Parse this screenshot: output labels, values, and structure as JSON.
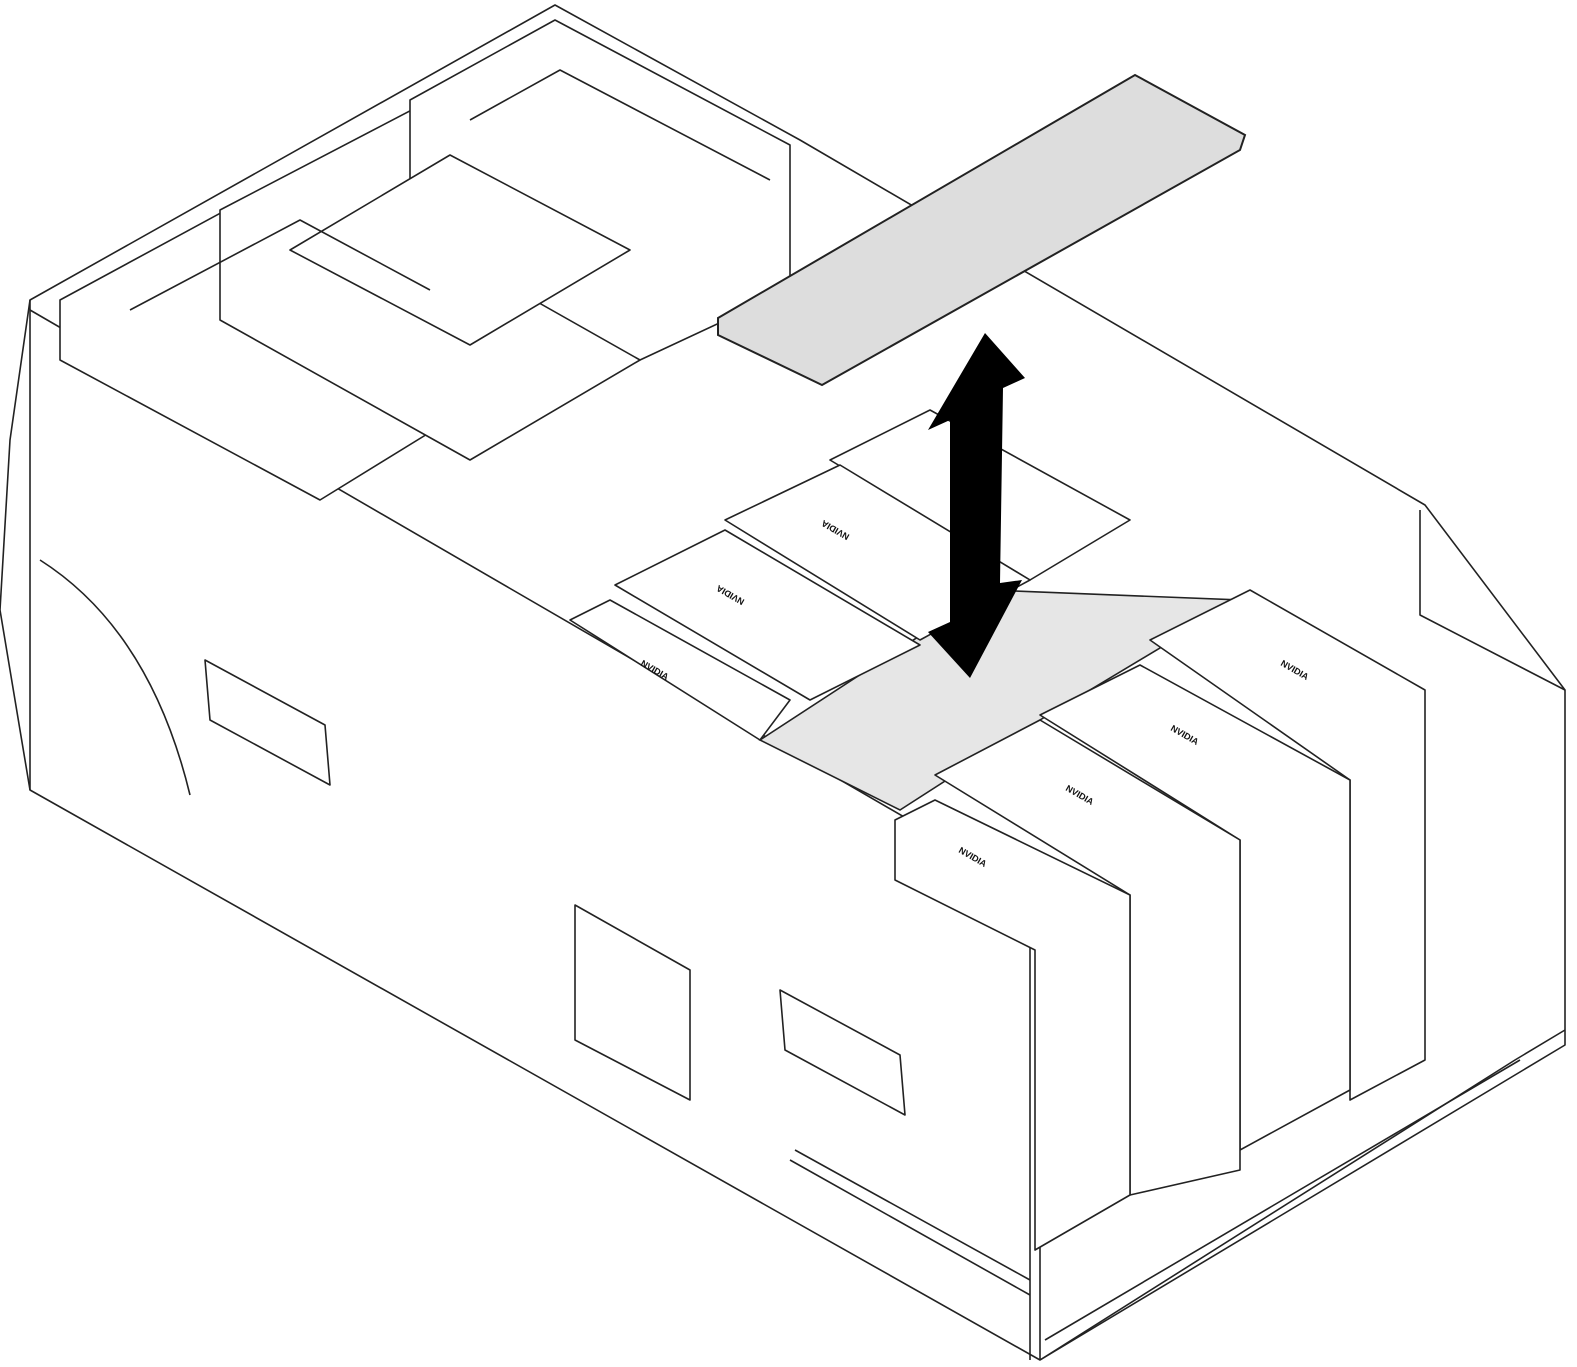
{
  "diagram": {
    "title": "GPU air baffle / filler removal and installation",
    "gpu_logo_text": "NVIDIA",
    "gpu_labels": [
      "NVIDIA",
      "NVIDIA",
      "NVIDIA",
      "NVIDIA",
      "NVIDIA",
      "NVIDIA",
      "NVIDIA"
    ],
    "arrow_direction": "up-down",
    "colors": {
      "line": "#222222",
      "filler": "#dddddd",
      "arrow": "#000000"
    }
  }
}
